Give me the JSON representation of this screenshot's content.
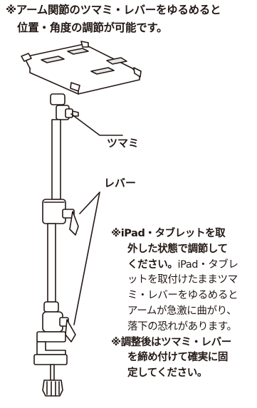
{
  "heading": {
    "line1": "※アーム関節のツマミ・レバーをゆるめると",
    "line2": "位置・角度の調節が可能です。"
  },
  "callouts": {
    "knob": "ツマミ",
    "lever": "レバー"
  },
  "note1": {
    "mark": "※",
    "bold_line1": "iPad・タブレットを取",
    "bold_line2": "外した状態で調節して",
    "bold_line3": "ください。",
    "line3_rest": "iPad・タブレ",
    "line4": "ットを取付けたままツマ",
    "line5": "ミ・レバーをゆるめると",
    "line6": "アームが急激に曲がり、",
    "line7": "落下の恐れがあります。"
  },
  "note2": {
    "mark": "※",
    "bold_line1": "調整後はツマミ・レバー",
    "bold_line2": "を締め付けて確実に固",
    "bold_line3": "定してください。"
  }
}
